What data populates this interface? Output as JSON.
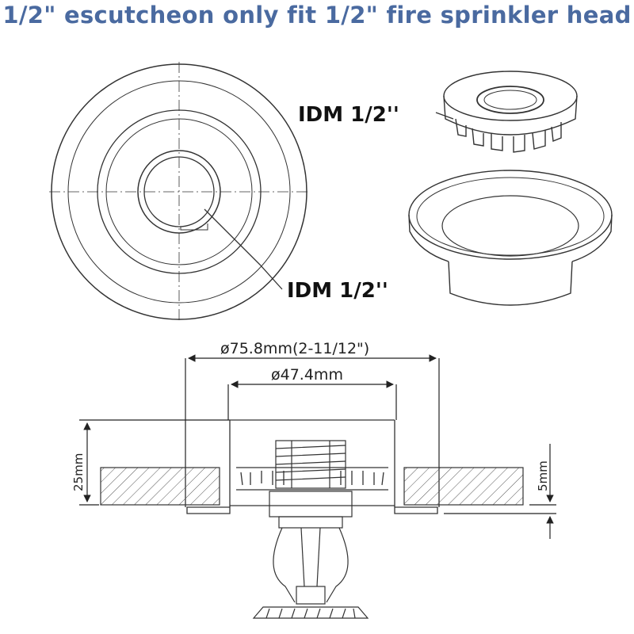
{
  "title": "1/2\" escutcheon only fit 1/2\" fire sprinkler head",
  "labels": {
    "idm_top": "IDM 1/2''",
    "idm_bottom": "IDM 1/2''"
  },
  "dimensions": {
    "outer_diameter": "ø75.8mm(2-11/12\")",
    "inner_diameter": "ø47.4mm",
    "height_total": "25mm",
    "ceiling_recess": "5mm"
  },
  "colors": {
    "title": "#4a6aa0",
    "line": "#333333"
  }
}
